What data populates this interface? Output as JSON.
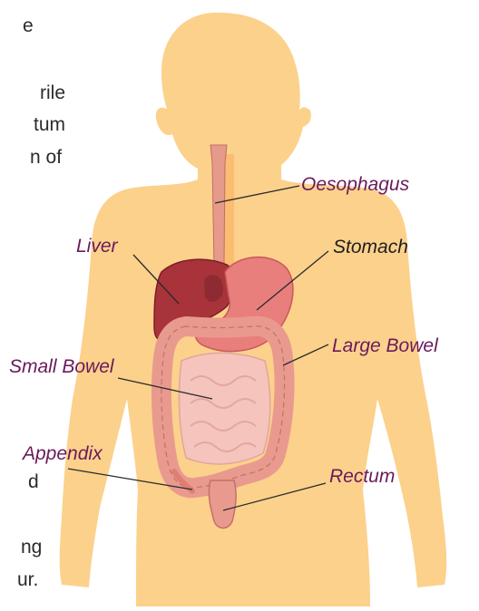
{
  "colors": {
    "body": "#fcd18c",
    "label_purple": "#6a1a5b",
    "label_black": "#1e1e1e",
    "liver": "#a8333a",
    "stomach": "#e97f7c",
    "bowel": "#e99a8e",
    "small_bowel": "#f4c4bd",
    "leader_line": "#2a2a2a"
  },
  "labels": {
    "oesophagus": "Oesophagus",
    "liver": "Liver",
    "stomach": "Stomach",
    "large_bowel": "Large Bowel",
    "small_bowel": "Small Bowel",
    "appendix": "Appendix",
    "rectum": "Rectum"
  },
  "cropped_text": {
    "line1": "e",
    "line2": "rile",
    "line3": "tum",
    "line4": "n of",
    "line5": "d",
    "line6": "ng",
    "line7": "ur."
  }
}
